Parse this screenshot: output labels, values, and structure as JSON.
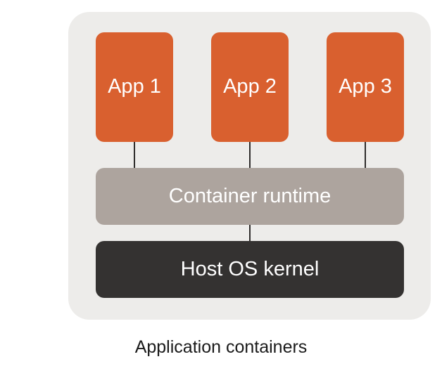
{
  "diagram": {
    "caption": "Application containers",
    "panel": {
      "name": "container-stack-panel",
      "background_color": "#edecea"
    },
    "colors": {
      "app_box": "#d9602f",
      "runtime_box": "#ada49e",
      "kernel_box": "#343231",
      "panel_background": "#edecea",
      "page_background": "#ffffff",
      "connector_line": "#2f2d2c",
      "box_label_text": "#ffffff",
      "caption_text": "#1a1a1a"
    },
    "layers": [
      {
        "id": "apps",
        "type": "app-row",
        "nodes": [
          {
            "id": "app-1",
            "label": "App 1"
          },
          {
            "id": "app-2",
            "label": "App 2"
          },
          {
            "id": "app-3",
            "label": "App 3"
          }
        ]
      },
      {
        "id": "runtime",
        "type": "bar",
        "label": "Container runtime"
      },
      {
        "id": "kernel",
        "type": "bar",
        "label": "Host OS kernel"
      }
    ],
    "connectors": [
      {
        "id": "app-1-to-runtime",
        "from": "app-1",
        "to": "runtime"
      },
      {
        "id": "app-2-to-runtime",
        "from": "app-2",
        "to": "runtime"
      },
      {
        "id": "app-3-to-runtime",
        "from": "app-3",
        "to": "runtime"
      },
      {
        "id": "runtime-to-kernel",
        "from": "runtime",
        "to": "kernel"
      }
    ]
  }
}
